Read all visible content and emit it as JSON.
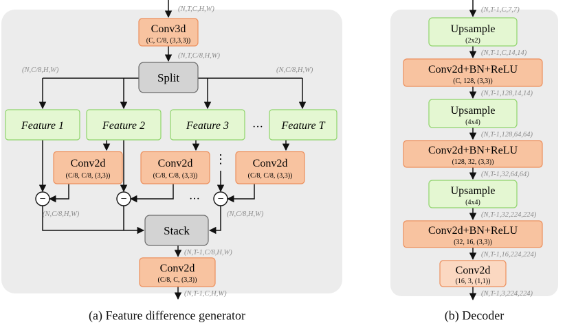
{
  "panel_a": {
    "caption": "(a) Feature difference generator",
    "input_dim": "(N,T,C,H,W)",
    "conv3d": {
      "title": "Conv3d",
      "params": "(C, C/8, (3,3,3))"
    },
    "after_conv3d_dim": "(N,T,C/8,H,W)",
    "split_label": "Split",
    "split_left_dim": "(N,C/8,H,W)",
    "split_right_dim": "(N,C/8,H,W)",
    "features": [
      "Feature 1",
      "Feature 2",
      "Feature 3",
      "Feature T"
    ],
    "feature_ellipsis": "···",
    "conv2d_blocks": [
      {
        "title": "Conv2d",
        "params": "(C/8, C/8, (3,3))"
      },
      {
        "title": "Conv2d",
        "params": "(C/8, C/8, (3,3))"
      },
      {
        "title": "Conv2d",
        "params": "(C/8, C/8, (3,3))"
      }
    ],
    "vertical_ellipsis": "⋮",
    "minus_ellipsis": "···",
    "minus_symbol": "−",
    "minus_left_dim": "(N,C/8,H,W)",
    "minus_right_dim": "(N,C/8,H,W)",
    "stack_label": "Stack",
    "after_stack_dim": "(N,T-1,C/8,H,W)",
    "conv2d_out": {
      "title": "Conv2d",
      "params": "(C/8, C, (3,3))"
    },
    "output_dim": "(N,T-1,C,H,W)"
  },
  "panel_b": {
    "caption": "(b) Decoder",
    "input_dim": "(N,T-1,C,7,7)",
    "blocks": [
      {
        "title": "Upsample",
        "params": "(2x2)",
        "kind": "green"
      },
      {
        "title": "Conv2d+BN+ReLU",
        "params": "(C, 128, (3,3))",
        "kind": "orange"
      },
      {
        "title": "Upsample",
        "params": "(4x4)",
        "kind": "green"
      },
      {
        "title": "Conv2d+BN+ReLU",
        "params": "(128, 32, (3,3))",
        "kind": "orange"
      },
      {
        "title": "Upsample",
        "params": "(4x4)",
        "kind": "green"
      },
      {
        "title": "Conv2d+BN+ReLU",
        "params": "(32, 16, (3,3))",
        "kind": "orange"
      },
      {
        "title": "Conv2d",
        "params": "(16, 3, (1,1))",
        "kind": "peach"
      }
    ],
    "dims_after_blocks": [
      "(N,T-1,C,14,14)",
      "(N,T-1,128,14,14)",
      "(N,T-1,128,64,64)",
      "(N,T-1,32,64,64)",
      "(N,T-1,32,224,224)",
      "(N,T-1,16,224,224)",
      "(N,T-1,3,224,224)"
    ]
  },
  "colors": {
    "panel_bg": "#ececec",
    "green_fill": "#e4f7d2",
    "green_stroke": "#8fd46b",
    "orange_fill": "#f8c3a0",
    "orange_stroke": "#ec8f5c",
    "peach_fill": "#fbd8c1",
    "gray_fill": "#d3d3d3",
    "gray_stroke": "#6b6b6b",
    "dim_text": "#8c8c8c"
  }
}
